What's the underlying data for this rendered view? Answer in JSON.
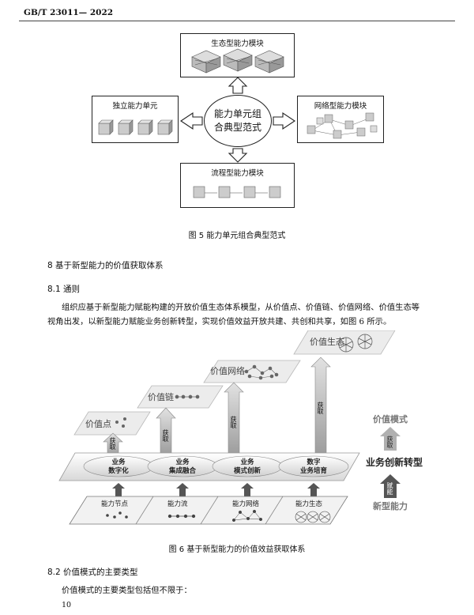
{
  "header": {
    "standard_no": "GB/T 23011— 2022"
  },
  "figure5": {
    "center_line1": "能力单元组",
    "center_line2": "合典型范式",
    "top_box": "生态型能力模块",
    "left_box": "独立能力单元",
    "right_box": "网络型能力模块",
    "bottom_box": "流程型能力模块",
    "caption": "图 5   能力单元组合典型范式"
  },
  "section8": {
    "title": "8   基于新型能力的价值获取体系"
  },
  "section8_1": {
    "title": "8.1   通则",
    "para_line1": "组织应基于新型能力赋能构建的开放价值生态体系模型，从价值点、价值链、价值网络、价值生态等",
    "para_line2": "视角出发，以新型能力赋能业务创新转型，实现价值效益开放共建、共创和共享，如图 6 所示。"
  },
  "figure6": {
    "value_levels": [
      "价值点",
      "价值链",
      "价值网络",
      "价值生态"
    ],
    "acquire": "获取",
    "business_line1": [
      "业务",
      "业务",
      "业务",
      "数字"
    ],
    "business_line2": [
      "数字化",
      "集成融合",
      "模式创新",
      "业务培育"
    ],
    "capability_items": [
      "能力节点",
      "能力流",
      "能力网络",
      "能力生态"
    ],
    "right_value_mode": "价值模式",
    "right_acquire": "获取",
    "right_transform": "业务创新转型",
    "right_empower": "赋能",
    "right_new_capability": "新型能力",
    "caption": "图 6   基于新型能力的价值效益获取体系"
  },
  "section8_2": {
    "title": "8.2   价值模式的主要类型",
    "para": "价值模式的主要类型包括但不限于："
  },
  "page_number": "10"
}
